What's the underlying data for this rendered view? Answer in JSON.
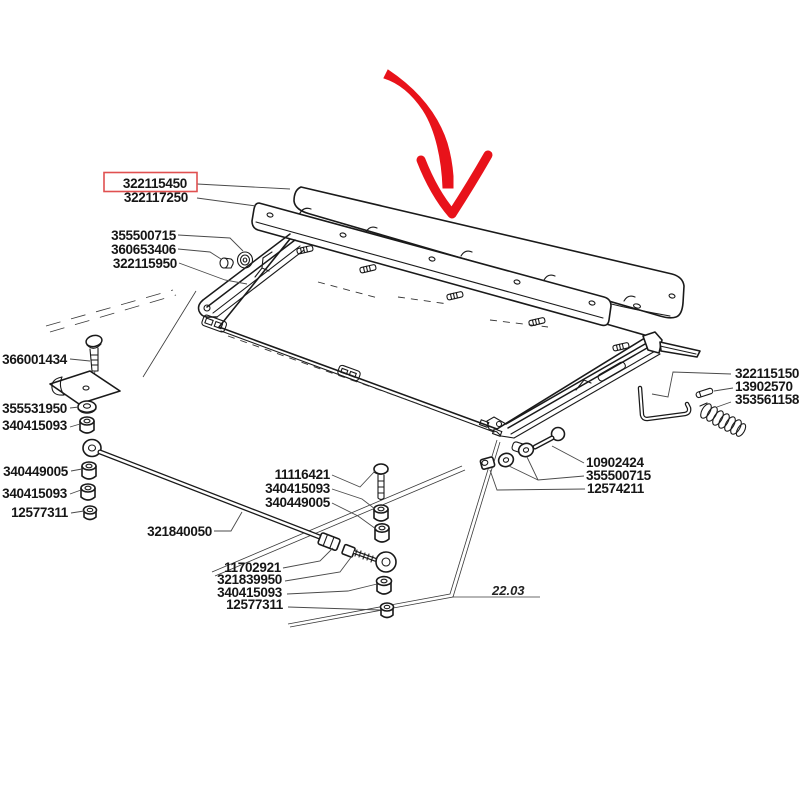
{
  "diagram": {
    "section_ref": "22.03",
    "highlighted_part": "322115450",
    "colors": {
      "arrow": "#e8121a",
      "highlight_box": "#e05050",
      "line": "#1a1a1a"
    },
    "labels": [
      {
        "text": "322115450"
      },
      {
        "text": "322117250"
      },
      {
        "text": "355500715"
      },
      {
        "text": "360653406"
      },
      {
        "text": "322115950"
      },
      {
        "text": "366001434"
      },
      {
        "text": "355531950"
      },
      {
        "text": "340415093"
      },
      {
        "text": "340449005"
      },
      {
        "text": "340415093"
      },
      {
        "text": "12577311"
      },
      {
        "text": "321840050"
      },
      {
        "text": "11116421"
      },
      {
        "text": "340415093"
      },
      {
        "text": "340449005"
      },
      {
        "text": "11702921"
      },
      {
        "text": "321839950"
      },
      {
        "text": "340415093"
      },
      {
        "text": "12577311"
      },
      {
        "text": "322115150"
      },
      {
        "text": "13902570"
      },
      {
        "text": "353561158"
      },
      {
        "text": "10902424"
      },
      {
        "text": "355500715"
      },
      {
        "text": "12574211"
      }
    ]
  }
}
